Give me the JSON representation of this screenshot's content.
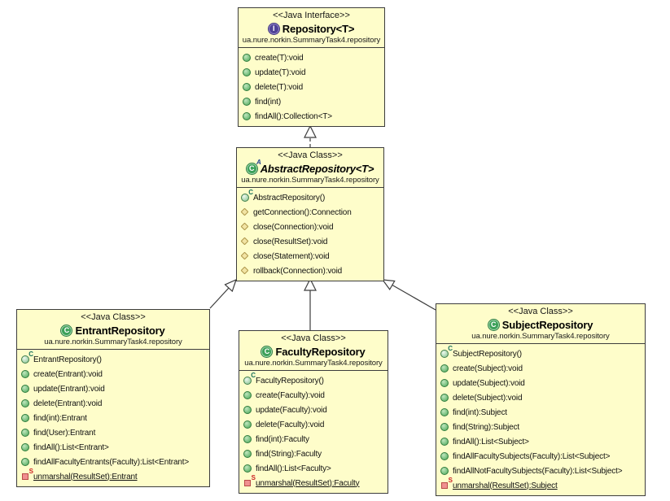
{
  "diagram_title": "UML class diagram",
  "colors": {
    "box_fill": "#FEFDCA",
    "box_border": "#3C3C3C",
    "class_icon_green": "#3da15a",
    "interface_icon_purple": "#4f4297",
    "protected_diamond": "#f2e4a4",
    "private_square": "#f09090",
    "background": "#ffffff"
  },
  "icon_superscripts": {
    "constructor-method": "C",
    "private-static-method": "S"
  },
  "relations": [
    {
      "type": "realization",
      "from": "AbstractRepository<T>",
      "to": "Repository<T>"
    },
    {
      "type": "generalization",
      "from": "EntrantRepository",
      "to": "AbstractRepository<T>"
    },
    {
      "type": "generalization",
      "from": "FacultyRepository",
      "to": "AbstractRepository<T>"
    },
    {
      "type": "generalization",
      "from": "SubjectRepository",
      "to": "AbstractRepository<T>"
    }
  ],
  "classes": [
    {
      "stereotype": "<<Java Interface>>",
      "name": "Repository<T>",
      "icon_letter": "I",
      "icon_superscript": "",
      "package": "ua.nure.norkin.SummaryTask4.repository",
      "methods": [
        {
          "icon": "public-method",
          "label": "create(T):void"
        },
        {
          "icon": "public-method",
          "label": "update(T):void"
        },
        {
          "icon": "public-method",
          "label": "delete(T):void"
        },
        {
          "icon": "public-method",
          "label": "find(int)"
        },
        {
          "icon": "public-method",
          "label": "findAll():Collection<T>"
        }
      ]
    },
    {
      "stereotype": "<<Java Class>>",
      "name": "AbstractRepository<T>",
      "icon_letter": "C",
      "icon_superscript": "A",
      "package": "ua.nure.norkin.SummaryTask4.repository",
      "methods": [
        {
          "icon": "constructor-method",
          "label": "AbstractRepository()"
        },
        {
          "icon": "protected-method",
          "label": "getConnection():Connection"
        },
        {
          "icon": "protected-method",
          "label": "close(Connection):void"
        },
        {
          "icon": "protected-method",
          "label": "close(ResultSet):void"
        },
        {
          "icon": "protected-method",
          "label": "close(Statement):void"
        },
        {
          "icon": "protected-method",
          "label": "rollback(Connection):void"
        }
      ]
    },
    {
      "stereotype": "<<Java Class>>",
      "name": "EntrantRepository",
      "icon_letter": "C",
      "icon_superscript": "",
      "package": "ua.nure.norkin.SummaryTask4.repository",
      "methods": [
        {
          "icon": "constructor-method",
          "label": "EntrantRepository()"
        },
        {
          "icon": "public-method",
          "label": "create(Entrant):void"
        },
        {
          "icon": "public-method",
          "label": "update(Entrant):void"
        },
        {
          "icon": "public-method",
          "label": "delete(Entrant):void"
        },
        {
          "icon": "public-method",
          "label": "find(int):Entrant"
        },
        {
          "icon": "public-method",
          "label": "find(User):Entrant"
        },
        {
          "icon": "public-method",
          "label": "findAll():List<Entrant>"
        },
        {
          "icon": "public-method",
          "label": "findAllFacultyEntrants(Faculty):List<Entrant>"
        },
        {
          "icon": "private-static-method",
          "label": "unmarshal(ResultSet):Entrant",
          "underline": true
        }
      ]
    },
    {
      "stereotype": "<<Java Class>>",
      "name": "FacultyRepository",
      "icon_letter": "C",
      "icon_superscript": "",
      "package": "ua.nure.norkin.SummaryTask4.repository",
      "methods": [
        {
          "icon": "constructor-method",
          "label": "FacultyRepository()"
        },
        {
          "icon": "public-method",
          "label": "create(Faculty):void"
        },
        {
          "icon": "public-method",
          "label": "update(Faculty):void"
        },
        {
          "icon": "public-method",
          "label": "delete(Faculty):void"
        },
        {
          "icon": "public-method",
          "label": "find(int):Faculty"
        },
        {
          "icon": "public-method",
          "label": "find(String):Faculty"
        },
        {
          "icon": "public-method",
          "label": "findAll():List<Faculty>"
        },
        {
          "icon": "private-static-method",
          "label": "unmarshal(ResultSet):Faculty",
          "underline": true
        }
      ]
    },
    {
      "stereotype": "<<Java Class>>",
      "name": "SubjectRepository",
      "icon_letter": "C",
      "icon_superscript": "",
      "package": "ua.nure.norkin.SummaryTask4.repository",
      "methods": [
        {
          "icon": "constructor-method",
          "label": "SubjectRepository()"
        },
        {
          "icon": "public-method",
          "label": "create(Subject):void"
        },
        {
          "icon": "public-method",
          "label": "update(Subject):void"
        },
        {
          "icon": "public-method",
          "label": "delete(Subject):void"
        },
        {
          "icon": "public-method",
          "label": "find(int):Subject"
        },
        {
          "icon": "public-method",
          "label": "find(String):Subject"
        },
        {
          "icon": "public-method",
          "label": "findAll():List<Subject>"
        },
        {
          "icon": "public-method",
          "label": "findAllFacultySubjects(Faculty):List<Subject>"
        },
        {
          "icon": "public-method",
          "label": "findAllNotFacultySubjects(Faculty):List<Subject>"
        },
        {
          "icon": "private-static-method",
          "label": "unmarshal(ResultSet):Subject",
          "underline": true
        }
      ]
    }
  ]
}
